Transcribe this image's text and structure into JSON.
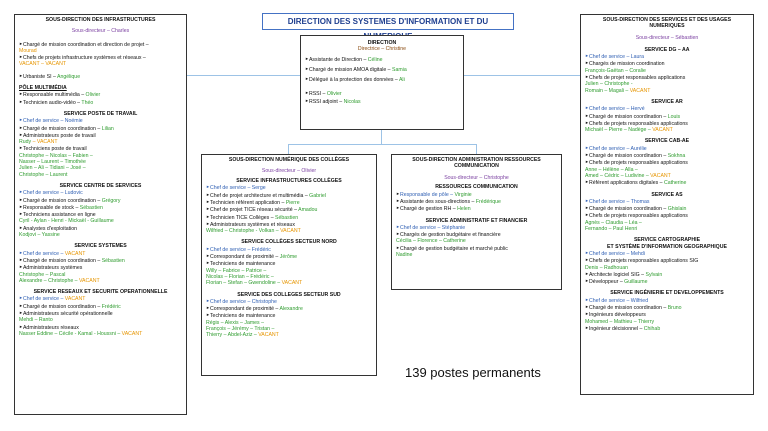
{
  "title": "DIRECTION DES SYSTEMES D'INFORMATION ET DU NUMERIQUE",
  "total": "139 postes permanents",
  "direction": {
    "header": "DIRECTION",
    "director": "Directrice – Christine",
    "items": [
      {
        "label": "Assistante de Direction – ",
        "name": "Céline"
      },
      {
        "label": "Chargé de mission AMOA digitale – ",
        "name": "Samia"
      },
      {
        "label": "Délégué à la protection des données – ",
        "name": "Ali"
      },
      {
        "label": "RSSI – ",
        "name": "Olivier"
      },
      {
        "label": "RSSI adjoint – ",
        "name": "Nicolas"
      }
    ]
  },
  "infra": {
    "header": "SOUS-DIRECTION DES INFRASTRUCTURES",
    "sousdir": "Sous-directeur – Charles",
    "mission1": "Chargé de mission coordination et direction de projet –",
    "mission1_name": "Mourad",
    "mission2": "Chefs de projets infrastructure systèmes et réseaux –",
    "mission2_vac": "VACANT – VACANT",
    "urb_label": "Urbaniste SI – ",
    "urb_name": "Angélique",
    "pole": "PÔLE MULTIMÉDIA",
    "pole1": "Responsable multimédia – ",
    "pole1_name": "Olivier",
    "pole2": "Technicien audio-vidéo – ",
    "pole2_name": "Théo",
    "poste": {
      "header": "SERVICE POSTE DE TRAVAIL",
      "l1": "Chef de service – ",
      "l1n": "Noémie",
      "l2": "Chargé de mission coordination – ",
      "l2n": "Lilian",
      "l3": "Administrateurs poste de travail",
      "l4a": "Rudy",
      "l4b": " – VACANT",
      "l5": "Techniciens poste de travail",
      "l6": "Christophe – Nicolas – Fabien –",
      "l7": "Nasser – Laurent – Timothée",
      "l8": "Julien – Ali – Tidiani – José –",
      "l9": "Christophe – Laurent"
    },
    "centre": {
      "header": "SERVICE CENTRE DE SERVICES",
      "l1": "Chef de service – ",
      "l1n": "Ludovic",
      "l2": "Chargé de mission coordination – ",
      "l2n": "Grégory",
      "l3": "Responsable de stock – ",
      "l3n": "Sébastien",
      "l4": "Techniciens assistance en ligne",
      "l5": "Cyril - Aylan - Henri - Mickaël - Guillaume",
      "l6": "Analystes d'exploitation",
      "l7": "Kodjovi – Yassine"
    },
    "systemes": {
      "header": "SERVICE SYSTEMES",
      "l1": "Chef de service – ",
      "l1n": "VACANT",
      "l2": "Chargé de mission coordination – ",
      "l2n": "Sébastien",
      "l3": "Administrateurs systèmes",
      "l4": "Christophe – Pascal",
      "l5a": "Alexandre – Christophe – ",
      "l5b": "VACANT"
    },
    "reseaux": {
      "header": "SERVICE RESEAUX ET SECURITE OPERATIONNELLE",
      "l1": "Chef de service – ",
      "l1n": "VACANT",
      "l2": "Chargé de mission coordination – ",
      "l2n": "Frédéric",
      "l3": "Administrateurs sécurité opérationnelle",
      "l4": "Mehdi – Ranto",
      "l5": "Administrateurs réseaux",
      "l6a": "Nasser Eddine – Cécile - Kamal - Houssni – ",
      "l6b": "VACANT"
    }
  },
  "colleges": {
    "header": "SOUS-DIRECTION NUMÉRIQUE DES COLLÈGES",
    "sousdir": "Sous-directeur – Olivier",
    "infra": {
      "header": "SERVICE INFRASTRUCTURES COLLÈGES",
      "l1": "Chef de service – ",
      "l1n": "Serge",
      "l2": "Chef de projet architecture et multimédia – ",
      "l2n": "Gabriel",
      "l3": "Technicien référent application – ",
      "l3n": "Pierre",
      "l4": "Chef de projet TICE réseau sécurité – ",
      "l4n": "Amadou",
      "l5": "Technicien TICE Collèges – ",
      "l5n": "Sébastien",
      "l6": "Administrateurs systèmes et réseaux",
      "l7a": "Wilfried – Christophe - Volkan – ",
      "l7b": "VACANT"
    },
    "nord": {
      "header": "SERVICE COLLÈGES SECTEUR NORD",
      "l1": "Chef de service – ",
      "l1n": "Frédéric",
      "l2": "Correspondant de proximité – ",
      "l2n": "Jérôme",
      "l3": "Techniciens de maintenance",
      "l4": "Willy – Fabrice – Patrice –",
      "l5": "Nicolas – Florian – Frédéric –",
      "l6a": "Florian – Stefan – Gwendoline – ",
      "l6b": "VACANT"
    },
    "sud": {
      "header": "SERVICE DES COLLEGES SECTEUR SUD",
      "l1": "Chef de service – ",
      "l1n": "Christophe",
      "l2": "Correspondant de proximité – ",
      "l2n": "Alexandre",
      "l3": "Techniciens de maintenance",
      "l4": "Régis – Alexis – James –",
      "l5": "François – Jérémy – Tristan –",
      "l6a": "Thierry – Abdel-Aziz – ",
      "l6b": "VACANT"
    }
  },
  "admin": {
    "header": "SOUS-DIRECTION ADMINISTRATION RESSOURCES COMMUNICATION",
    "sousdir": "Sous-directeur – Christophe",
    "res": {
      "header": "RESSOURCES COMMUNICATION",
      "l1": "Responsable de pôle – ",
      "l1n": "Virginie",
      "l2": "Assistante des sous-directions – ",
      "l2n": "Frédérique",
      "l3": "Chargé de gestion RH – ",
      "l3n": "Helen"
    },
    "fin": {
      "header": "SERVICE ADMINISTRATIF ET FINANCIER",
      "l1": "Chef de service – ",
      "l1n": "Stéphanie",
      "l2": "Chargés de gestion budgétaire et financière",
      "l3": "Cécilia – Florence – Catherine",
      "l4": "Chargé de gestion budgétaire et marché public",
      "l5": "Nadine"
    }
  },
  "services": {
    "header": "SOUS-DIRECTION DES SERVICES ET DES USAGES NUMERIQUES",
    "sousdir": "Sous-directeur – Sébastien",
    "dg": {
      "header": "SERVICE DG – AA",
      "l1": "Chef de service – ",
      "l1n": "Laura",
      "l2": "Chargés de mission coordination",
      "l3": "François-Gaëtan – Coralie",
      "l4": "Chefs de projet responsables applications",
      "l5": "Julien – Christophe -",
      "l6a": "Romain – Magali – ",
      "l6b": "VACANT"
    },
    "ar": {
      "header": "SERVICE AR",
      "l1": "Chef de service – ",
      "l1n": "Hervé",
      "l2": "Chargé de mission coordination – ",
      "l2n": "Louis",
      "l3": "Chefs de projets responsables applications",
      "l4a": "Michaël – Pierre – Nadège – ",
      "l4b": "VACANT"
    },
    "cab": {
      "header": "SERVICE CAB-AE",
      "l1": "Chef de service – ",
      "l1n": "Aurélie",
      "l2": "Chargé de mission coordination – ",
      "l2n": "Sokhna",
      "l3": "Chefs de projets responsables applications",
      "l4": "Anne – Hélène – Alla –",
      "l5a": "Amed – Cédric – Ludivine – ",
      "l5b": "VACANT",
      "l6": "Référent applications digitales – ",
      "l6n": "Catherine"
    },
    "as": {
      "header": "SERVICE AS",
      "l1": "Chef de service – ",
      "l1n": "Thomas",
      "l2": "Chargé de mission coordination – ",
      "l2n": "Ghislain",
      "l3": "Chefs de projets responsables applications",
      "l4": "Agnès – Claudia – Léa –",
      "l5": "Fernando – Paul Henri"
    },
    "carto": {
      "header1": "SERVICE CARTOGRAPHIE",
      "header2": "ET SYSTÈME D'INFORMATION GEOGRAPHIQUE",
      "l1": "Chef de service – ",
      "l1n": "Mehdi",
      "l2": "Chefs de projets responsables applications SIG",
      "l3": "Denis – Radhouan",
      "l4": "Architecte logiciel SIG – ",
      "l4n": "Sylvain",
      "l5": "Développeur – ",
      "l5n": "Guillaume"
    },
    "inge": {
      "header": "SERVICE INGÉNIERIE ET DEVELOPPEMENTS",
      "l1": "Chef de service – ",
      "l1n": "Wilfried",
      "l2": "Chargé de mission coordination – ",
      "l2n": "Bruno",
      "l3": "Ingénieurs développeurs",
      "l4": "Mohamed – Mathieu – Thierry",
      "l5": "Ingénieur décisionnel – ",
      "l5n": "Chihab"
    }
  },
  "colors": {
    "blue": "#2f5fb3",
    "green": "#2e9b2e",
    "orange": "#e69500",
    "purple": "#7a3fa0",
    "brown": "#8a4b10",
    "connector": "#9dc3e6"
  }
}
